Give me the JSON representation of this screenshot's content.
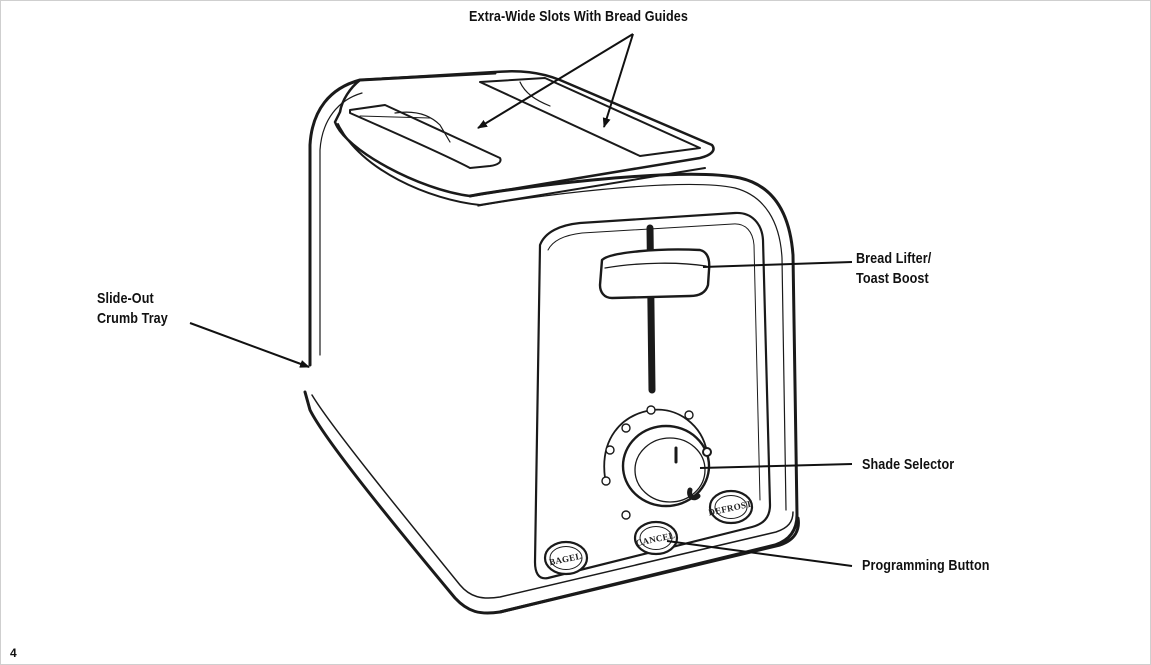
{
  "callouts": {
    "slots": "Extra-Wide Slots With Bread Guides",
    "bread_lifter_line1": "Bread Lifter/",
    "bread_lifter_line2": "Toast Boost",
    "crumb_tray_line1": "Slide-Out",
    "crumb_tray_line2": "Crumb Tray",
    "shade_selector": "Shade Selector",
    "programming_button": "Programming Button"
  },
  "buttons": {
    "bagel": "BAGEL",
    "cancel": "CANCEL",
    "defrost": "DEFROST"
  },
  "page_number": "4"
}
